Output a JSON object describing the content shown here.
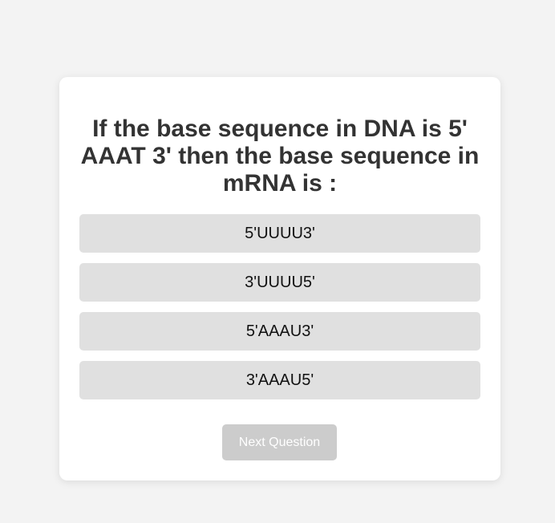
{
  "quiz": {
    "question": "If the base sequence in DNA is 5' AAAT 3' then the base sequence in mRNA is :",
    "options": [
      {
        "label": "5'UUUU3'"
      },
      {
        "label": "3'UUUU5'"
      },
      {
        "label": "5'AAAU3'"
      },
      {
        "label": "3'AAAU5'"
      }
    ],
    "next_label": "Next Question",
    "next_disabled": true
  },
  "colors": {
    "page_background": "#f3f3f3",
    "card_background": "#ffffff",
    "option_background": "#e0e0e0",
    "next_button_disabled": "#cccccc",
    "question_text": "#333333"
  }
}
